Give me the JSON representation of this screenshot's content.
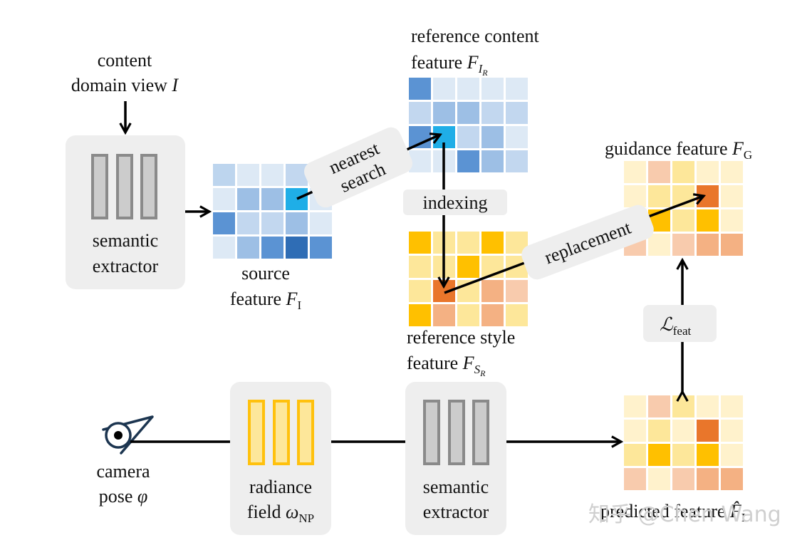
{
  "colors": {
    "box_fill": "#eeeeee",
    "arrow": "#000000",
    "extractor_bar_fill": "#cccccc",
    "extractor_bar_stroke": "#8a8a8a",
    "radiance_bar_fill": "#fde79a",
    "radiance_bar_stroke": "#ffc10d"
  },
  "labels": {
    "content_view": [
      "content",
      "domain view "
    ],
    "content_view_symbol": "I",
    "semantic_extractor_top": [
      "semantic",
      "extractor"
    ],
    "source_feature": [
      "source",
      "feature "
    ],
    "source_feature_symbol": "F",
    "source_feature_sub": "I",
    "nearest_search": [
      "nearest",
      "search"
    ],
    "ref_content_line1": "reference content",
    "ref_content_line2": "feature ",
    "ref_content_symbol": "F",
    "ref_content_sub": "I",
    "ref_content_subsub": "R",
    "indexing": "indexing",
    "replacement": "replacement",
    "ref_style_line1": "reference style",
    "ref_style_line2": "feature ",
    "ref_style_symbol": "F",
    "ref_style_sub": "S",
    "ref_style_subsub": "R",
    "guidance_feature": "guidance feature ",
    "guidance_symbol": "F",
    "guidance_sub": "G",
    "loss_symbol": "ℒ",
    "loss_sub": "feat",
    "camera_pose": [
      "camera",
      "pose "
    ],
    "camera_symbol": "φ",
    "radiance_field": [
      "radiance",
      "field "
    ],
    "radiance_symbol": "ω",
    "radiance_sub": "NP",
    "semantic_extractor_bottom": [
      "semantic",
      "extractor"
    ],
    "predicted_feature": "predicted feature ",
    "predicted_symbol": "F̂",
    "predicted_sub": "I",
    "watermark": "知乎 @Chen Wang"
  },
  "grids": {
    "source": [
      [
        "#bdd5ee",
        "#dde9f5",
        "#dde9f5",
        "#c2d7ef",
        "#dde9f5"
      ],
      [
        "#dde9f5",
        "#9dbfe5",
        "#9dbfe5",
        "#1faee7",
        "#dde9f5"
      ],
      [
        "#5b93d3",
        "#c2d7ef",
        "#c2d7ef",
        "#9dbfe5",
        "#dde9f5"
      ],
      [
        "#dde9f5",
        "#9dbfe5",
        "#5b93d3",
        "#2f6db5",
        "#5b93d3"
      ]
    ],
    "ref_content": [
      [
        "#5b93d3",
        "#dde9f5",
        "#dde9f5",
        "#dde9f5",
        "#dde9f5"
      ],
      [
        "#c2d7ef",
        "#9dbfe5",
        "#9dbfe5",
        "#c2d7ef",
        "#c2d7ef"
      ],
      [
        "#5b93d3",
        "#1faee7",
        "#c2d7ef",
        "#9dbfe5",
        "#dde9f5"
      ],
      [
        "#dde9f5",
        "#dde9f5",
        "#5b93d3",
        "#9dbfe5",
        "#c2d7ef"
      ]
    ],
    "ref_style": [
      [
        "#ffc000",
        "#fde79a",
        "#fde79a",
        "#ffc000",
        "#fde79a"
      ],
      [
        "#fde79a",
        "#fde79a",
        "#ffc000",
        "#fde79a",
        "#fde79a"
      ],
      [
        "#fde79a",
        "#e9762b",
        "#fde79a",
        "#f4b183",
        "#f8cbad"
      ],
      [
        "#ffc000",
        "#f4b183",
        "#fde79a",
        "#f4b183",
        "#fde79a"
      ]
    ],
    "guidance": [
      [
        "#fff2cc",
        "#f8cbad",
        "#fde79a",
        "#fff2cc",
        "#fff2cc"
      ],
      [
        "#fff2cc",
        "#fde79a",
        "#fde79a",
        "#e9762b",
        "#fff2cc"
      ],
      [
        "#fde79a",
        "#ffc000",
        "#fde79a",
        "#ffc000",
        "#fff2cc"
      ],
      [
        "#f8cbad",
        "#fff2cc",
        "#f8cbad",
        "#f4b183",
        "#f4b183"
      ]
    ],
    "predicted": [
      [
        "#fff2cc",
        "#f8cbad",
        "#fde79a",
        "#fff2cc",
        "#fff2cc"
      ],
      [
        "#fff2cc",
        "#fde79a",
        "#fff2cc",
        "#e9762b",
        "#fff2cc"
      ],
      [
        "#fde79a",
        "#ffc000",
        "#fde79a",
        "#ffc000",
        "#fff2cc"
      ],
      [
        "#f8cbad",
        "#fff2cc",
        "#f8cbad",
        "#f4b183",
        "#f4b183"
      ]
    ]
  }
}
